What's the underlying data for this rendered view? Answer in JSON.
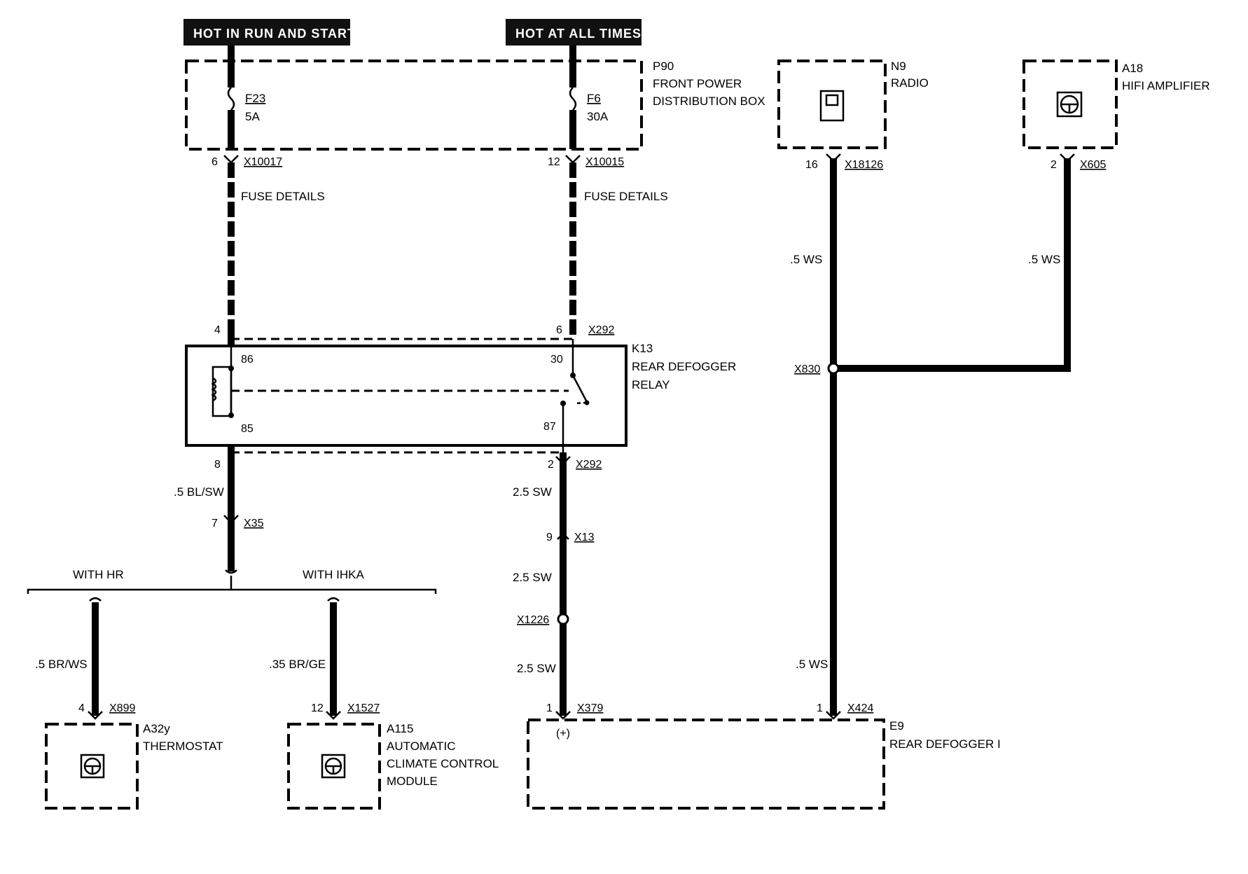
{
  "headers": {
    "run_start": "HOT IN RUN AND START",
    "all_times": "HOT AT ALL TIMES"
  },
  "p90": {
    "id": "P90",
    "line1": "FRONT POWER",
    "line2": "DISTRIBUTION BOX"
  },
  "f23": {
    "id": "F23",
    "rating": "5A"
  },
  "f6": {
    "id": "F6",
    "rating": "30A"
  },
  "n9": {
    "id": "N9",
    "name": "RADIO"
  },
  "a18": {
    "id": "A18",
    "name": "HIFI AMPLIFIER"
  },
  "k13": {
    "id": "K13",
    "line1": "REAR DEFOGGER",
    "line2": "RELAY",
    "pin86": "86",
    "pin85": "85",
    "pin30": "30",
    "pin87": "87"
  },
  "connectors": {
    "x10017": {
      "name": "X10017",
      "pin": "6"
    },
    "x10015": {
      "name": "X10015",
      "pin": "12"
    },
    "x18126": {
      "name": "X18126",
      "pin": "16"
    },
    "x605": {
      "name": "X605",
      "pin": "2"
    },
    "x292_top": {
      "name": "X292",
      "pin_left": "4",
      "pin_right": "6"
    },
    "x292_bottom": {
      "name": "X292",
      "pin_left": "8",
      "pin_right": "2"
    },
    "x830": {
      "name": "X830"
    },
    "x35": {
      "name": "X35",
      "pin": "7"
    },
    "x13": {
      "name": "X13",
      "pin": "9"
    },
    "x1226": {
      "name": "X1226"
    },
    "x899": {
      "name": "X899",
      "pin": "4"
    },
    "x1527": {
      "name": "X1527",
      "pin": "12"
    },
    "x379": {
      "name": "X379",
      "pin": "1"
    },
    "x424": {
      "name": "X424",
      "pin": "1"
    }
  },
  "labels": {
    "fuse_details_left": "FUSE DETAILS",
    "fuse_details_right": "FUSE DETAILS",
    "ws_radio": ".5 WS",
    "ws_amp": ".5 WS",
    "ws_bottom": ".5 WS",
    "bl_sw": ".5 BL/SW",
    "sw_1": "2.5 SW",
    "sw_2": "2.5 SW",
    "sw_3": "2.5 SW",
    "with_hr": "WITH HR",
    "with_ihka": "WITH IHKA",
    "br_ws": ".5 BR/WS",
    "br_ge": ".35 BR/GE",
    "plus": "(+)"
  },
  "a32y": {
    "id": "A32y",
    "name": "THERMOSTAT"
  },
  "a115": {
    "id": "A115",
    "line1": "AUTOMATIC",
    "line2": "CLIMATE CONTROL",
    "line3": "MODULE"
  },
  "e9": {
    "id": "E9",
    "name": "REAR DEFOGGER I"
  },
  "icons": {
    "radio": "radio-unit-icon",
    "amplifier": "module-icon",
    "thermostat": "module-icon",
    "climate": "module-icon"
  }
}
